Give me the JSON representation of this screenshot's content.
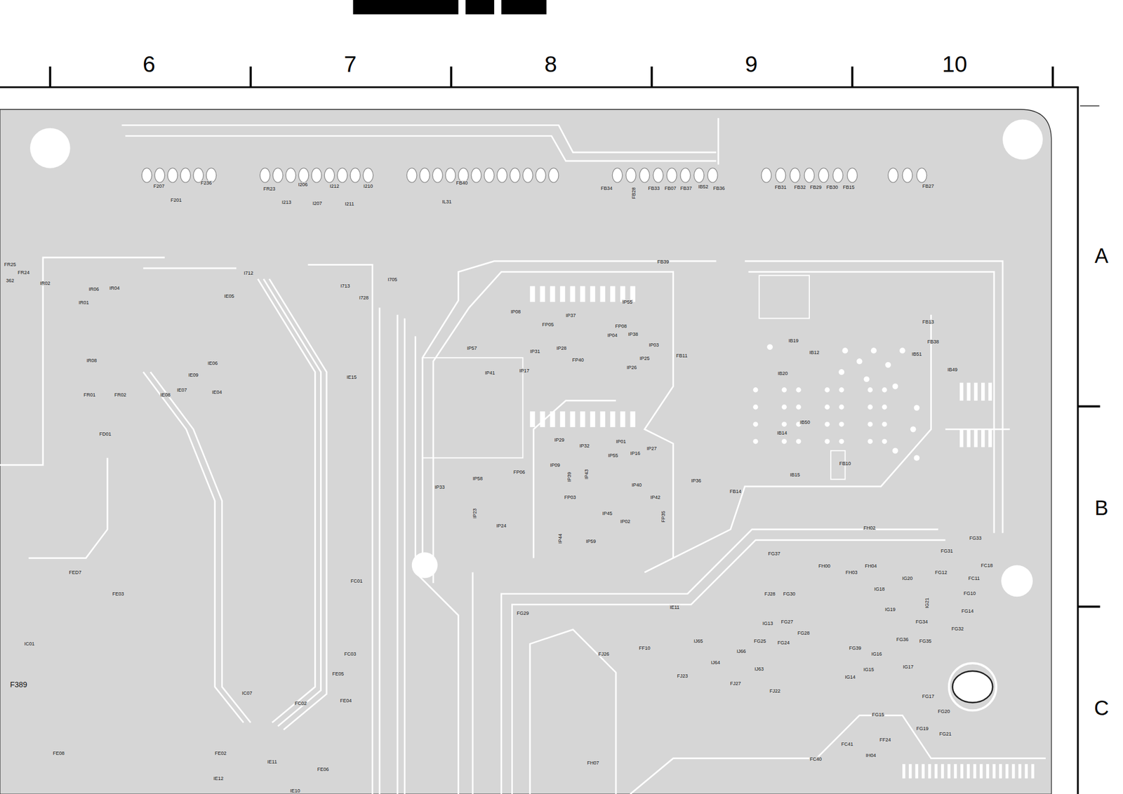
{
  "diagram": {
    "labels": [
      "6",
      "7",
      "8",
      "9",
      "10",
      "A",
      "B",
      "C",
      "F207",
      "F201",
      "F236",
      "FR23",
      "I213",
      "I206",
      "I207",
      "I212",
      "I211",
      "I210",
      "FB40",
      "IL31",
      "FB34",
      "FB28",
      "FB33",
      "FB07",
      "FB37",
      "IB52",
      "FB36",
      "FB31",
      "FB32",
      "FB29",
      "FB30",
      "FB15",
      "FB27",
      "FR25",
      "FR24",
      "362",
      "IR02",
      "IR06",
      "IR04",
      "IR01",
      "I712",
      "IE05",
      "I713",
      "I728",
      "I705",
      "IR08",
      "IE06",
      "IE09",
      "IE07",
      "IE08",
      "IE04",
      "FR01",
      "FR02",
      "IE15",
      "FD01",
      "FB39",
      "IP55",
      "IP08",
      "IP37",
      "FP05",
      "FP08",
      "IP04",
      "IP38",
      "IP03",
      "IP57",
      "IP31",
      "IP28",
      "FP40",
      "IP25",
      "FB11",
      "IP41",
      "IP17",
      "IP26",
      "IP29",
      "IP32",
      "IP01",
      "IP27",
      "IP55",
      "IP16",
      "IP09",
      "IP39",
      "IP43",
      "FP06",
      "IP58",
      "IP33",
      "IP36",
      "IP40",
      "FP03",
      "IP42",
      "IP23",
      "FP35",
      "IP45",
      "IP02",
      "IP24",
      "IP44",
      "IP59",
      "FB13",
      "IB19",
      "IB12",
      "FB38",
      "IB51",
      "IB49",
      "IB20",
      "IB50",
      "IB14",
      "FB10",
      "IB15",
      "FB14",
      "FH02",
      "FG33",
      "FG31",
      "FC18",
      "FG37",
      "FH00",
      "FH03",
      "FH04",
      "FG12",
      "FC11",
      "IG20",
      "IG18",
      "IG21",
      "FG10",
      "FJ28",
      "FG30",
      "IG19",
      "FG14",
      "IE11",
      "FG29",
      "FG34",
      "FG32",
      "IG13",
      "FG27",
      "FG28",
      "FF10",
      "IJ65",
      "FG25",
      "FG24",
      "FG36",
      "FG35",
      "FG39",
      "IJ66",
      "IJ64",
      "IJ63",
      "FJ26",
      "IG16",
      "IG15",
      "IG17",
      "IG14",
      "FJ23",
      "FJ27",
      "FJ22",
      "FG17",
      "FG20",
      "FG15",
      "FG19",
      "FG21",
      "FF24",
      "FC41",
      "IH04",
      "FC40",
      "FH07",
      "FED7",
      "FE03",
      "FC01",
      "IC01",
      "F389",
      "FC03",
      "FE05",
      "IC07",
      "FE04",
      "FC02",
      "FE08",
      "FE02",
      "IE11",
      "FE06",
      "IE12",
      "IE10"
    ]
  }
}
